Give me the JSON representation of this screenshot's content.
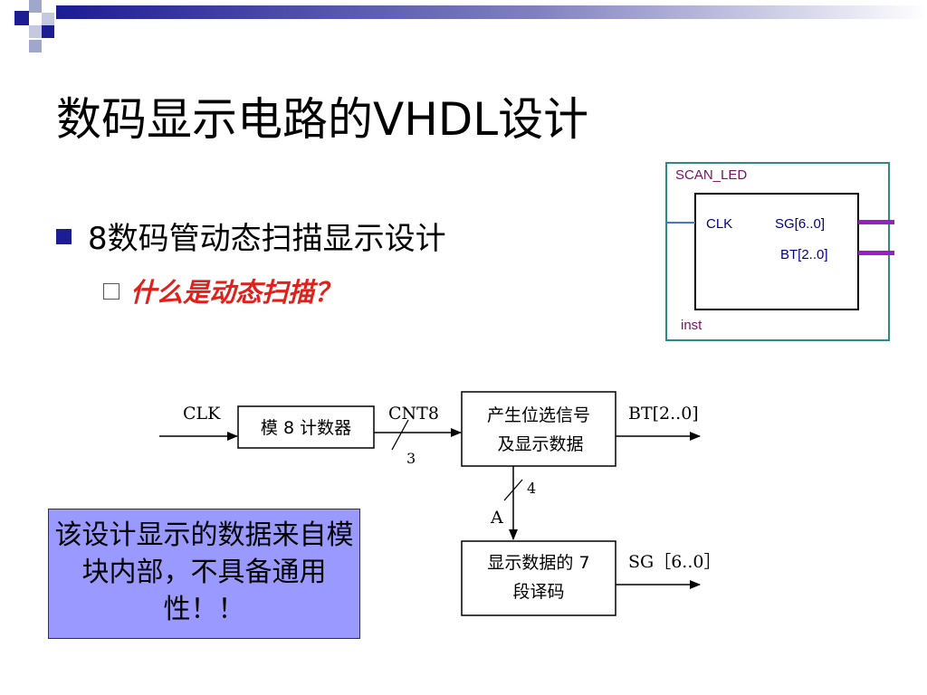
{
  "slide": {
    "title": "数码显示电路的VHDL设计",
    "bullet1": "8数码管动态扫描显示设计",
    "bullet2": "什么是动态扫描？",
    "note": "该设计显示的数据来自模块内部，不具备通用性！！"
  },
  "entity": {
    "name": "SCAN_LED",
    "clk": "CLK",
    "sg": "SG[6..0]",
    "bt": "BT[2..0]",
    "inst": "inst"
  },
  "diagram": {
    "clk_in": "CLK",
    "counter": "模 8 计数器",
    "cnt8": "CNT8",
    "cnt_width": "3",
    "selector_line1": "产生位选信号",
    "selector_line2": "及显示数据",
    "bt_out": "BT[2..0]",
    "a_label": "A",
    "a_width": "4",
    "decoder_line1": "显示数据的 7",
    "decoder_line2": "段译码",
    "sg_out": "SG［6..0］"
  },
  "colors": {
    "accent": "#1c1c94",
    "entity_border": "#2e8b7f",
    "port_bar": "#9a1ec8",
    "port_text": "#000088",
    "entity_name": "#7a1060",
    "question": "#e0201a",
    "note_bg": "#9999ff"
  }
}
